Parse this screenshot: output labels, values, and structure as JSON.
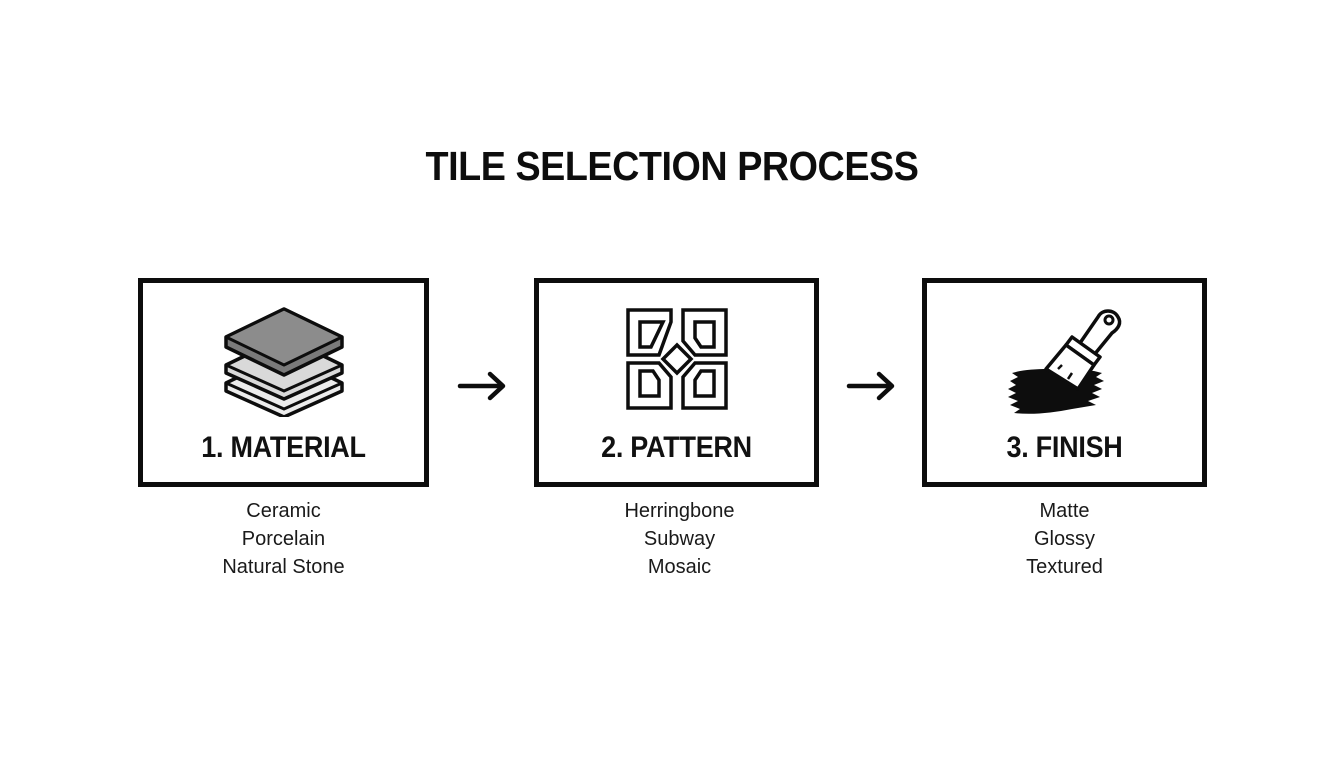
{
  "title": "TILE SELECTION PROCESS",
  "steps": [
    {
      "number": "1",
      "label": "1. MATERIAL",
      "icon": "stacked-tiles-icon",
      "options": [
        "Ceramic",
        "Porcelain",
        "Natural Stone"
      ]
    },
    {
      "number": "2",
      "label": "2. PATTERN",
      "icon": "tile-pattern-icon",
      "options": [
        "Herringbone",
        "Subway",
        "Mosaic"
      ]
    },
    {
      "number": "3",
      "label": "3. FINISH",
      "icon": "paint-brush-icon",
      "options": [
        "Matte",
        "Glossy",
        "Textured"
      ]
    }
  ],
  "connectors": [
    "arrow-right-icon",
    "arrow-right-icon"
  ],
  "colors": {
    "stroke": "#0d0d0d",
    "tile_top": "#8a8a8a",
    "tile_mid": "#d9d9d9",
    "tile_bottom": "#ececec",
    "background": "#ffffff"
  }
}
